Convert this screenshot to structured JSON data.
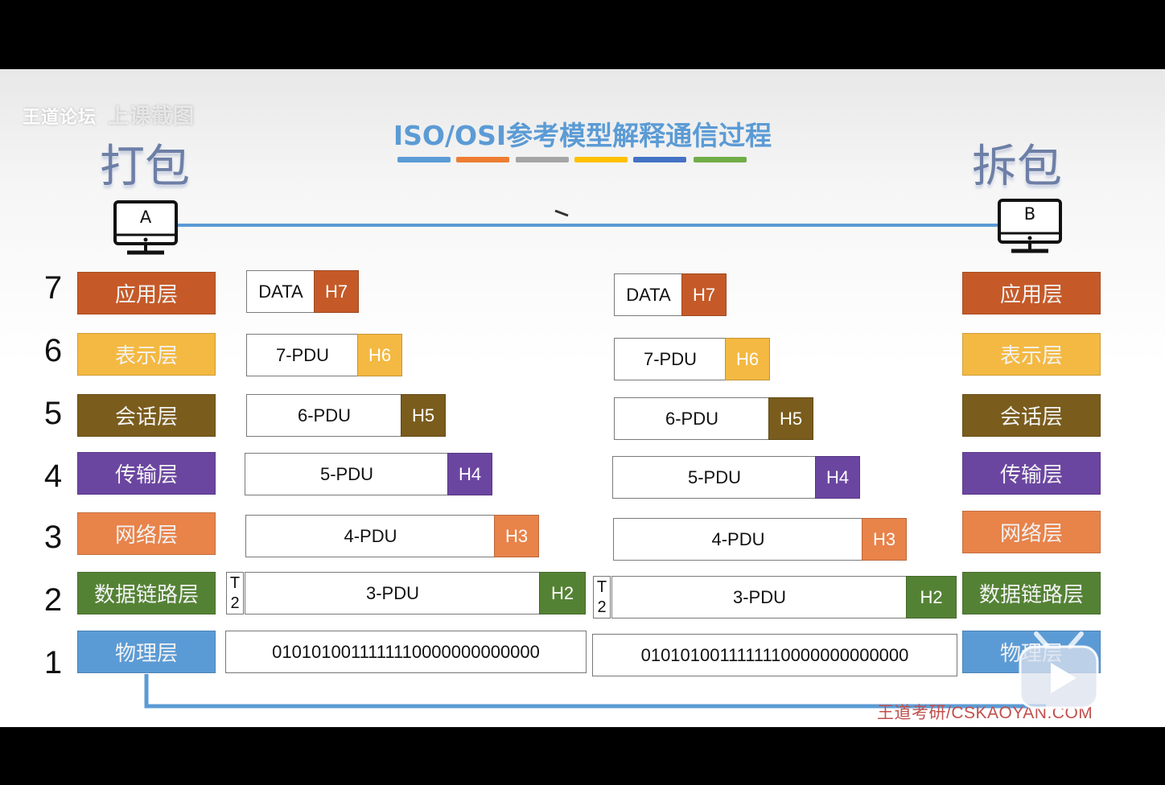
{
  "watermark": {
    "forum": "王道论坛",
    "extra": "上课截图"
  },
  "title": "ISO/OSI参考模型解释通信过程",
  "title_bars": [
    "#5b9bd5",
    "#ed7d31",
    "#a5a5a5",
    "#ffc000",
    "#4472c4",
    "#70ad47"
  ],
  "left_caption": "打包",
  "right_caption": "拆包",
  "host_a": {
    "label": "A",
    "icon": "monitor-icon"
  },
  "host_b": {
    "label": "B",
    "icon": "monitor-icon"
  },
  "layers": [
    {
      "num": "7",
      "name": "应用层",
      "color": "#c55a28"
    },
    {
      "num": "6",
      "name": "表示层",
      "color": "#f4b942"
    },
    {
      "num": "5",
      "name": "会话层",
      "color": "#7a5c1c"
    },
    {
      "num": "4",
      "name": "传输层",
      "color": "#6b46a1"
    },
    {
      "num": "3",
      "name": "网络层",
      "color": "#e8834a"
    },
    {
      "num": "2",
      "name": "数据链路层",
      "color": "#548235"
    },
    {
      "num": "1",
      "name": "物理层",
      "color": "#5b9bd5"
    }
  ],
  "sender_stack": [
    {
      "pdu": "DATA",
      "header": "H7",
      "color": "#c55a28"
    },
    {
      "pdu": "7-PDU",
      "header": "H6",
      "color": "#f4b942"
    },
    {
      "pdu": "6-PDU",
      "header": "H5",
      "color": "#7a5c1c"
    },
    {
      "pdu": "5-PDU",
      "header": "H4",
      "color": "#6b46a1"
    },
    {
      "pdu": "4-PDU",
      "header": "H3",
      "color": "#e8834a"
    },
    {
      "pdu": "3-PDU",
      "header": "H2",
      "color": "#548235",
      "trailer": [
        "T",
        "2"
      ]
    },
    {
      "bits": "0101010011111110000000000000"
    }
  ],
  "receiver_stack": [
    {
      "pdu": "DATA",
      "header": "H7",
      "color": "#c55a28"
    },
    {
      "pdu": "7-PDU",
      "header": "H6",
      "color": "#f4b942"
    },
    {
      "pdu": "6-PDU",
      "header": "H5",
      "color": "#7a5c1c"
    },
    {
      "pdu": "5-PDU",
      "header": "H4",
      "color": "#6b46a1"
    },
    {
      "pdu": "4-PDU",
      "header": "H3",
      "color": "#e8834a"
    },
    {
      "pdu": "3-PDU",
      "header": "H2",
      "color": "#548235",
      "trailer": [
        "T",
        "2"
      ]
    },
    {
      "bits": "0101010011111110000000000000"
    }
  ],
  "footer_brand": "王道考研/CSKAOYAN.COM",
  "play_overlay": {
    "icon": "play-icon"
  }
}
